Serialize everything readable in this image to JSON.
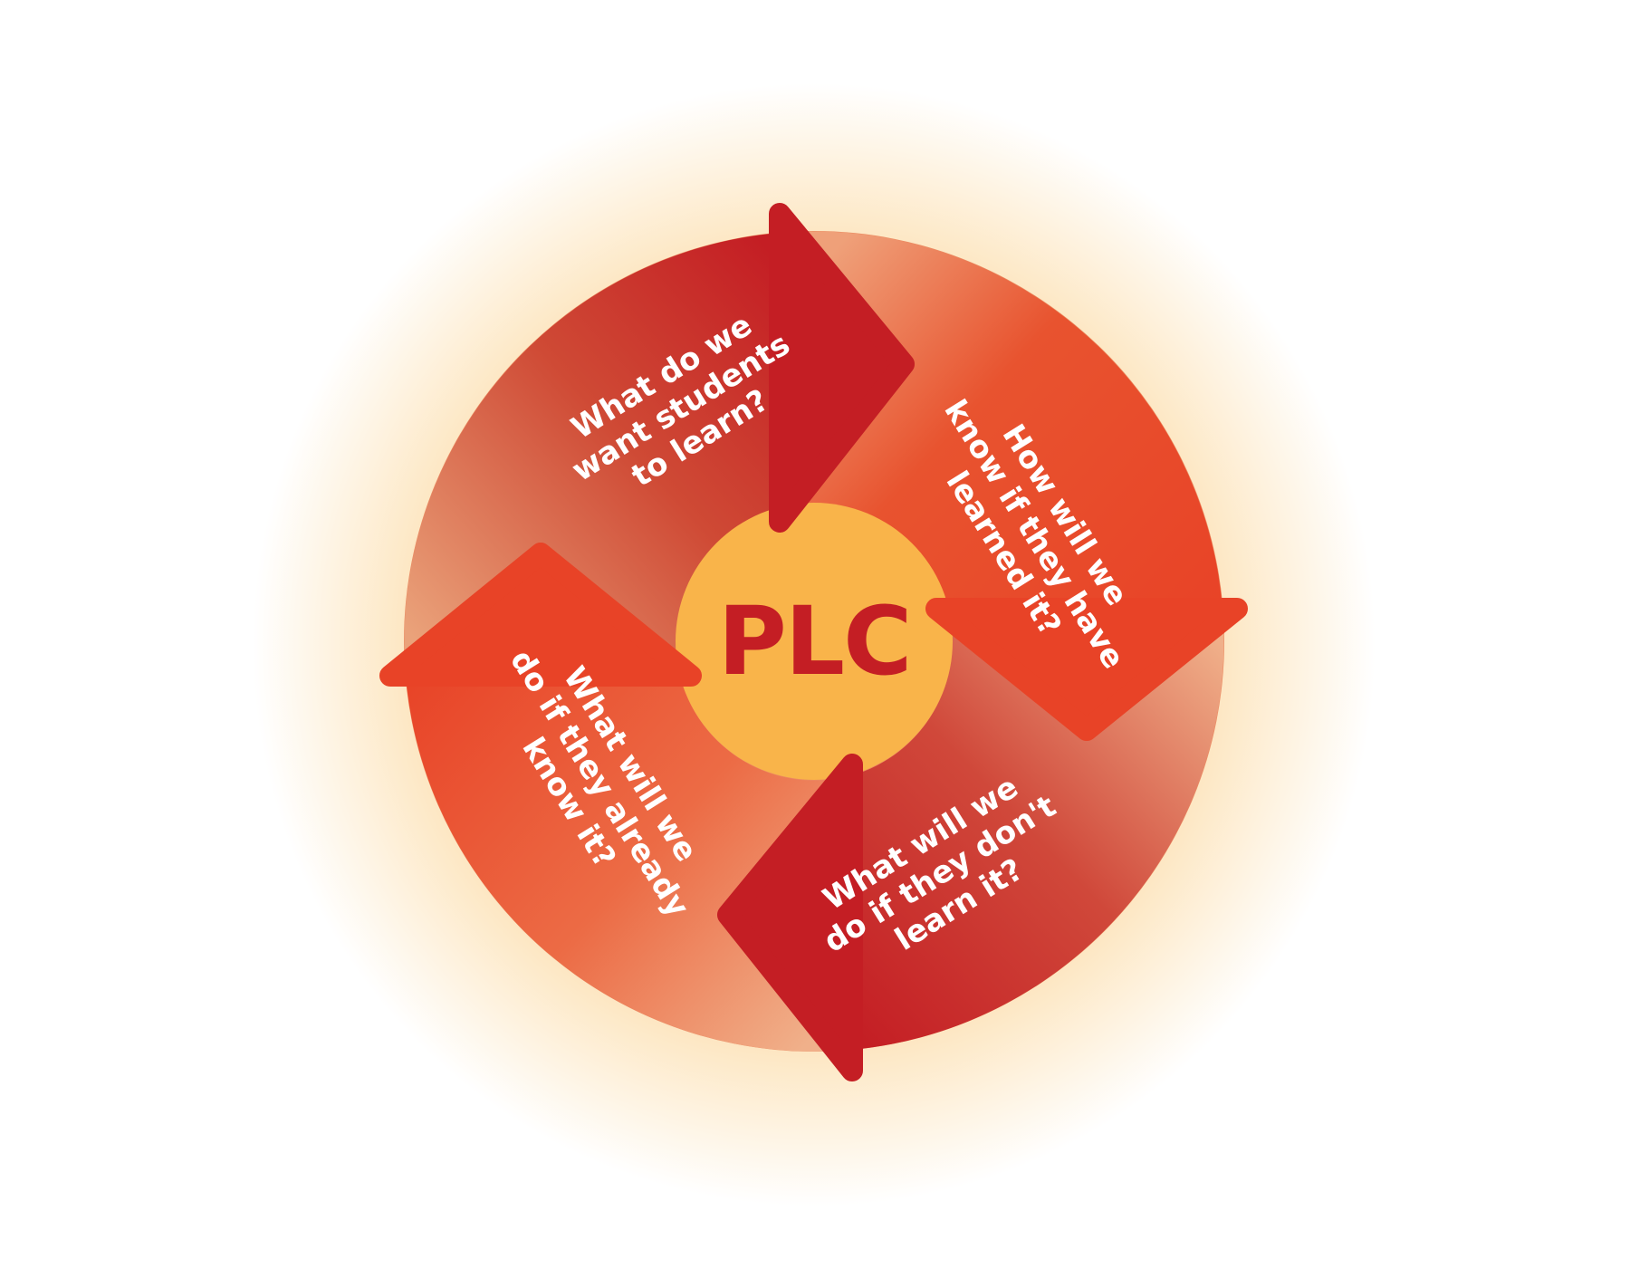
{
  "center_label": "PLC",
  "colors": {
    "dark_red": "#c41e24",
    "orange_red": "#e84327",
    "yellow": "#f9b44a",
    "glow": "#fde7c2"
  },
  "questions": [
    {
      "id": "learn",
      "lines": [
        "What do we",
        "want students",
        "to learn?"
      ]
    },
    {
      "id": "know",
      "lines": [
        "How will we",
        "know if they have",
        "learned it?"
      ]
    },
    {
      "id": "dont-learn",
      "lines": [
        "What will we",
        "do if they don't",
        "learn it?"
      ]
    },
    {
      "id": "already-know",
      "lines": [
        "What will we",
        "do if they already",
        "know it?"
      ]
    }
  ]
}
